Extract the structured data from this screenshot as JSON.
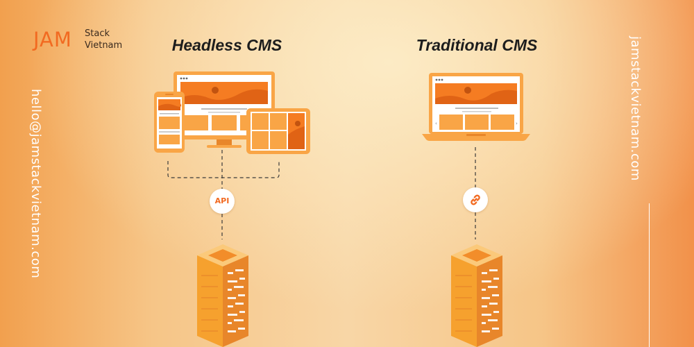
{
  "logo": {
    "mark": "JAM",
    "line1": "Stack",
    "line2": "Vietnam"
  },
  "left_panel": {
    "title": "Headless CMS",
    "connector_label": "API"
  },
  "right_panel": {
    "title": "Traditional CMS",
    "connector_icon": "link-icon"
  },
  "side_text": {
    "email": "hello@jamstackvietnam.com",
    "website": "jamstackvietnam.com"
  },
  "icons": [
    "desktop-monitor-icon",
    "smartphone-icon",
    "tablet-icon",
    "laptop-icon",
    "server-icon",
    "link-icon"
  ],
  "colors": {
    "accent": "#f26a21",
    "accent_light": "#f9a546",
    "server_front": "#f6a12e",
    "server_side": "#e8862a",
    "title": "#1d1d1d",
    "side_text": "#ffffff"
  }
}
